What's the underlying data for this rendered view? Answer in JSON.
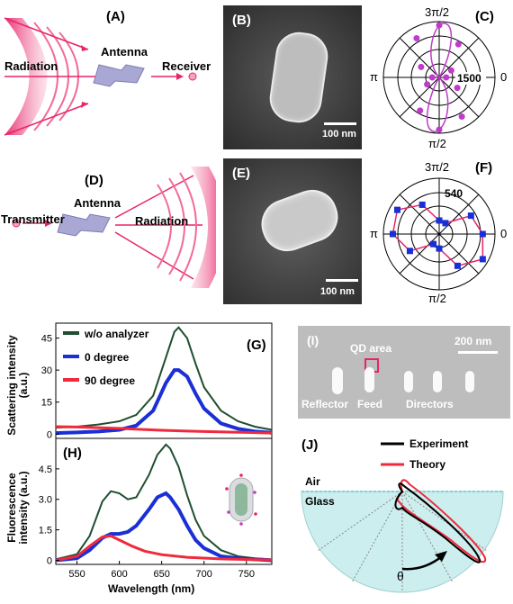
{
  "panelA": {
    "label": "(A)",
    "radiation": "Radiation",
    "antenna": "Antenna",
    "receiver": "Receiver"
  },
  "panelB": {
    "label": "(B)",
    "scale": "100 nm"
  },
  "panelC": {
    "label": "(C)",
    "top": "3π/2",
    "left": "π",
    "right": "0",
    "bottom": "π/2",
    "ring": "1500"
  },
  "panelD": {
    "label": "(D)",
    "transmitter": "Transmitter",
    "antenna": "Antenna",
    "radiation": "Radiation"
  },
  "panelE": {
    "label": "(E)",
    "scale": "100 nm"
  },
  "panelF": {
    "label": "(F)",
    "top": "3π/2",
    "left": "π",
    "right": "0",
    "bottom": "π/2",
    "ring": "540"
  },
  "panelG": {
    "label": "(G)",
    "ylabel": "Scattering intensity (a.u.)",
    "ticks": [
      "45",
      "30",
      "15",
      "0"
    ]
  },
  "panelH": {
    "label": "(H)",
    "ylabel": "Fluorescence intensity (a.u.)",
    "ticks": [
      "4.5",
      "3.0",
      "1.5",
      "0"
    ]
  },
  "xaxis": {
    "label": "Wavelength (nm)",
    "ticks": [
      "550",
      "600",
      "650",
      "700",
      "750"
    ]
  },
  "panelI": {
    "label": "(I)",
    "scale": "200 nm",
    "qd": "QD area",
    "reflector": "Reflector",
    "feed": "Feed",
    "directors": "Directors"
  },
  "panelJ": {
    "label": "(J)",
    "air": "Air",
    "glass": "Glass",
    "theta": "θ",
    "legend_exp": "Experiment",
    "legend_theory": "Theory"
  },
  "colors": {
    "pink": "#e8246a",
    "green": "#1f4f2f",
    "blue": "#1a2fd6",
    "red": "#ef2a3c",
    "magenta": "#c03acb",
    "glass": "#cdeeee"
  },
  "chart_data": [
    {
      "type": "line",
      "ylabel": "Scattering intensity (a.u.)",
      "xlabel": "Wavelength (nm)",
      "ylim": [
        -2,
        52
      ],
      "xlim": [
        525,
        780
      ],
      "series": [
        {
          "name": "w/o analyzer",
          "x": [
            525,
            550,
            575,
            600,
            620,
            640,
            655,
            665,
            670,
            680,
            690,
            700,
            720,
            740,
            760,
            780
          ],
          "y": [
            3,
            3.5,
            4.5,
            6,
            9,
            18,
            36,
            48,
            50,
            45,
            33,
            22,
            11,
            6,
            3.5,
            2
          ]
        },
        {
          "name": "0 degree",
          "x": [
            525,
            550,
            575,
            600,
            620,
            640,
            655,
            665,
            670,
            680,
            690,
            700,
            720,
            740,
            760,
            780
          ],
          "y": [
            0.5,
            0.8,
            1.2,
            2,
            4,
            11,
            24,
            30,
            30,
            27,
            19,
            12,
            5,
            2.5,
            1.2,
            0.6
          ]
        },
        {
          "name": "90 degree",
          "x": [
            525,
            550,
            575,
            600,
            625,
            650,
            675,
            700,
            725,
            750,
            780
          ],
          "y": [
            3.5,
            3.3,
            3,
            2.7,
            2.2,
            1.8,
            1.5,
            1.2,
            1,
            0.8,
            0.5
          ]
        }
      ]
    },
    {
      "type": "line",
      "ylabel": "Fluorescence intensity (a.u.)",
      "xlabel": "Wavelength (nm)",
      "ylim": [
        -0.2,
        6.0
      ],
      "xlim": [
        525,
        780
      ],
      "series": [
        {
          "x": [
            525,
            550,
            565,
            580,
            590,
            600,
            610,
            620,
            635,
            645,
            655,
            660,
            670,
            680,
            690,
            700,
            720,
            740,
            760,
            780
          ],
          "y": [
            0.05,
            0.3,
            1.2,
            2.9,
            3.4,
            3.3,
            3.0,
            3.1,
            4.2,
            5.2,
            5.7,
            5.5,
            4.6,
            3.2,
            2.0,
            1.2,
            0.5,
            0.2,
            0.1,
            0.05
          ]
        },
        {
          "x": [
            525,
            550,
            565,
            580,
            590,
            600,
            610,
            620,
            635,
            645,
            655,
            660,
            670,
            680,
            690,
            700,
            720,
            740,
            760,
            780
          ],
          "y": [
            0,
            0.1,
            0.5,
            1.1,
            1.3,
            1.3,
            1.4,
            1.7,
            2.5,
            3.1,
            3.3,
            3.1,
            2.5,
            1.7,
            1.0,
            0.6,
            0.2,
            0.1,
            0.05,
            0
          ]
        },
        {
          "x": [
            525,
            550,
            565,
            580,
            590,
            600,
            615,
            630,
            650,
            680,
            720,
            760,
            780
          ],
          "y": [
            0,
            0.2,
            0.7,
            1.15,
            1.2,
            1.0,
            0.7,
            0.45,
            0.28,
            0.15,
            0.07,
            0.03,
            0.02
          ]
        }
      ]
    },
    {
      "type": "scatter",
      "xlabel": "",
      "ylabel": "",
      "note_ring": 1500,
      "series": [
        {
          "angle_deg": [
            0,
            30,
            60,
            90,
            120,
            150,
            180,
            210,
            240,
            270,
            300,
            330
          ],
          "r": [
            200,
            600,
            1300,
            1500,
            1100,
            400,
            200,
            600,
            1300,
            1500,
            1100,
            400
          ]
        }
      ]
    },
    {
      "type": "scatter",
      "xlabel": "",
      "ylabel": "",
      "note_ring": 540,
      "series": [
        {
          "angle_deg": [
            0,
            30,
            60,
            90,
            120,
            150,
            180,
            210,
            240,
            270,
            300,
            330
          ],
          "r": [
            450,
            520,
            380,
            150,
            120,
            350,
            480,
            500,
            350,
            140,
            130,
            380
          ]
        }
      ]
    }
  ]
}
